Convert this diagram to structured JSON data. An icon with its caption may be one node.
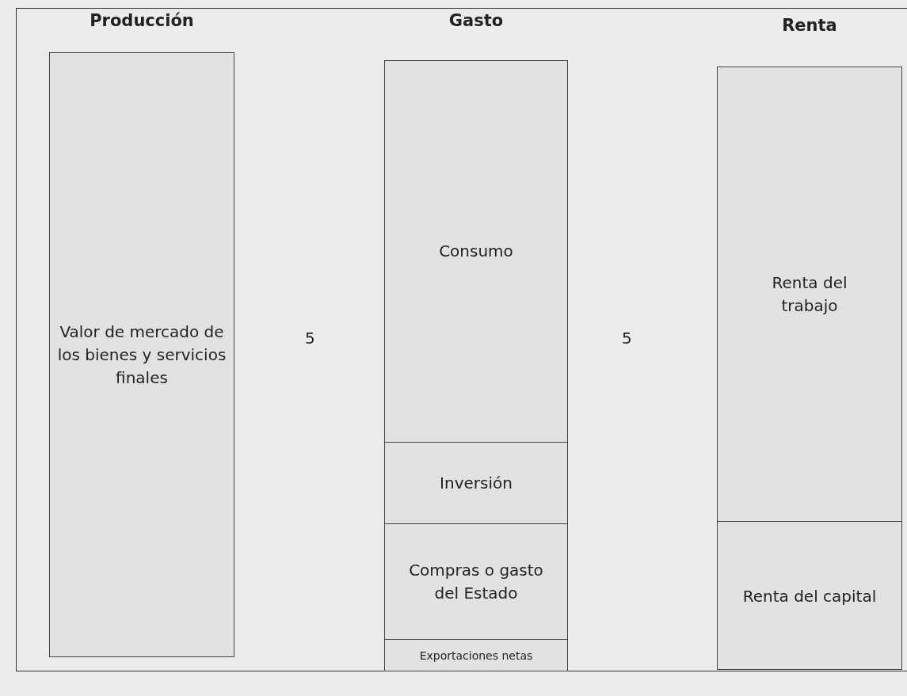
{
  "diagram": {
    "nodes": [
      {
        "text": [
          "Producción",
          "Valor de mercado de los bienes y servicios finales"
        ]
      },
      {
        "text": [
          "Gasto"
        ]
      },
      {
        "text": [
          "Consumo"
        ],
        "in": 1
      },
      {
        "text": [
          "Inversión"
        ],
        "in": 1
      },
      {
        "text": [
          "Compras o gasto del Estado"
        ],
        "in": 1
      },
      {
        "text": [
          "Exportaciones netas"
        ],
        "in": 1
      },
      {
        "text": [
          "Renta"
        ]
      },
      {
        "text": [
          "Renta del trabajo"
        ],
        "in": 6
      },
      {
        "text": [
          "Renta del capital"
        ],
        "in": 6
      }
    ],
    "edges": [],
    "labels": [
      "5",
      "5"
    ]
  }
}
